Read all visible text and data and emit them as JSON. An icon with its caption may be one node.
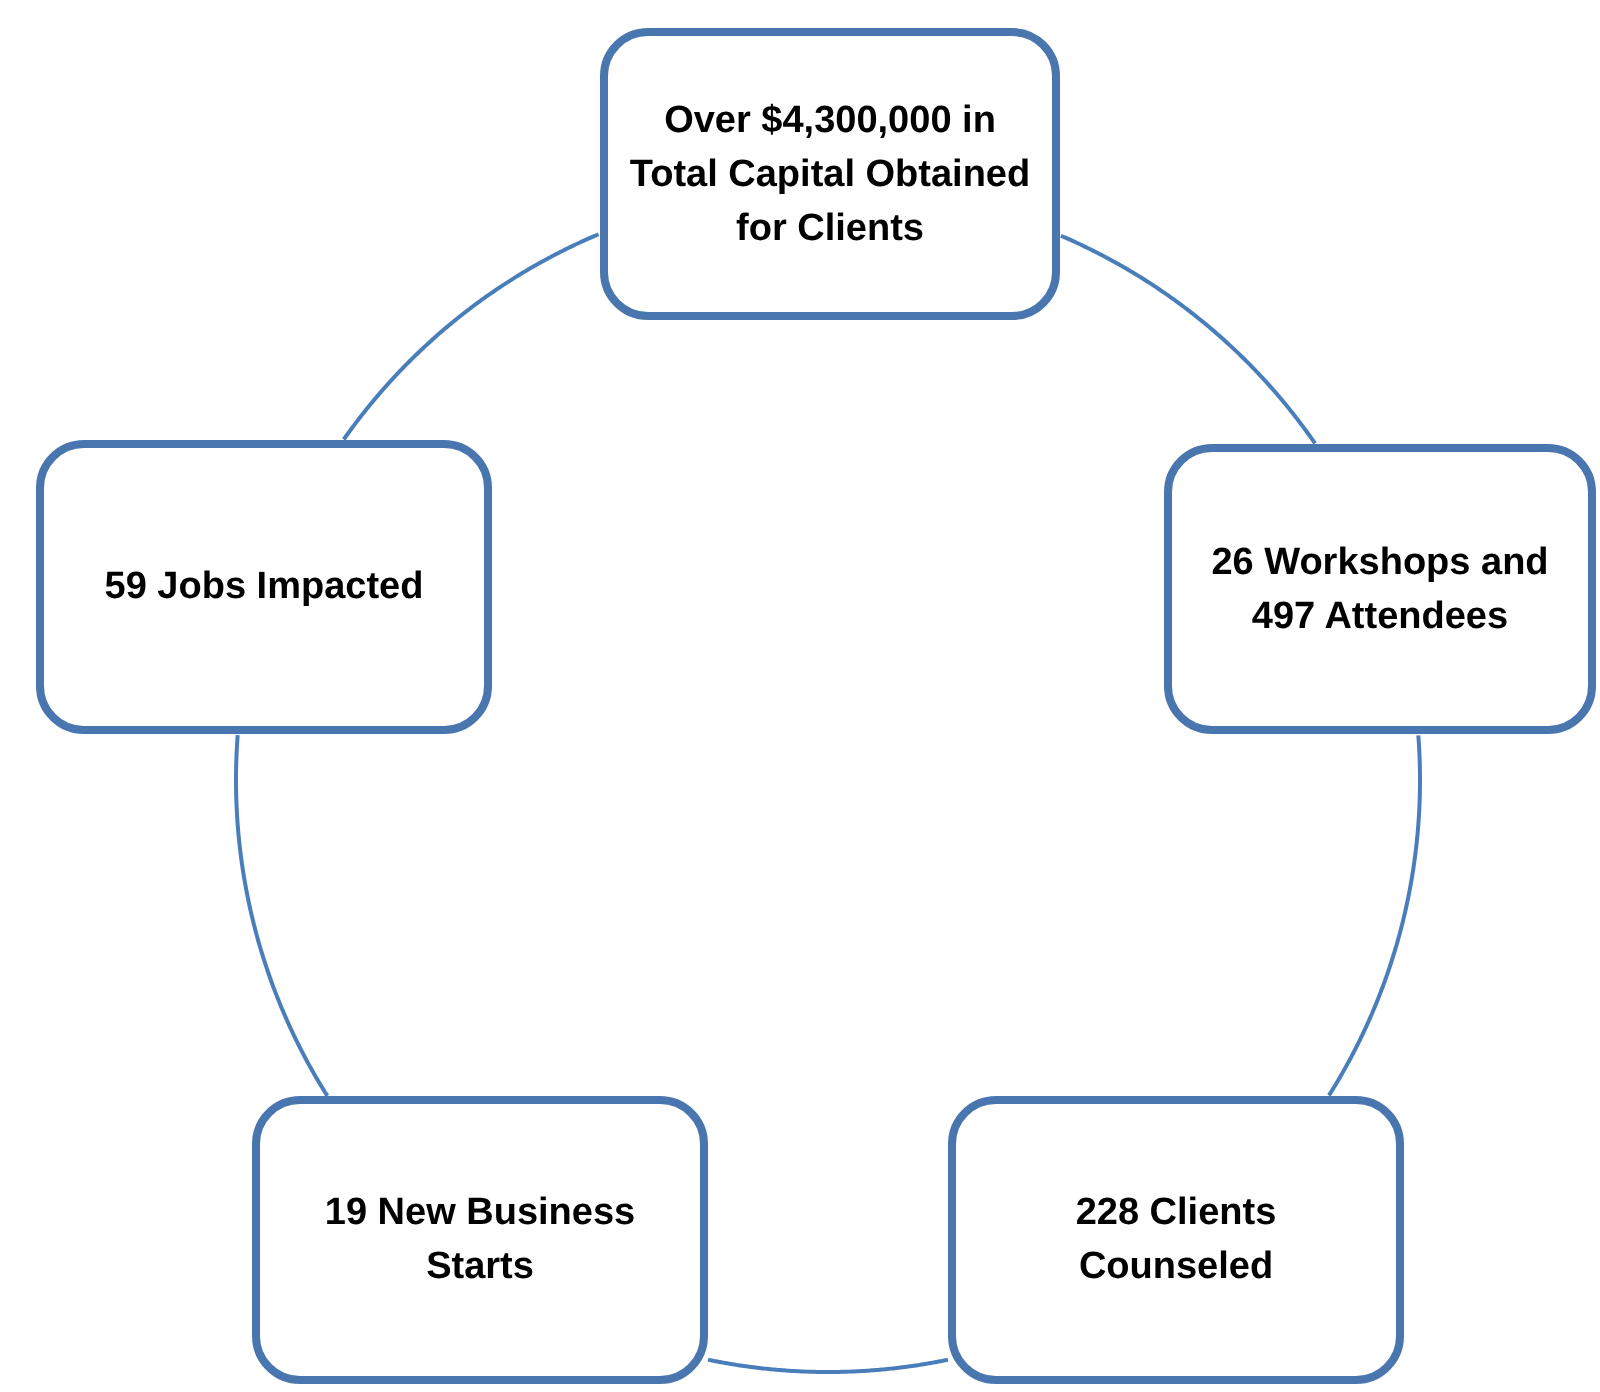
{
  "diagram": {
    "nodes": [
      {
        "text": [
          "Over $4,300,000 in Total Capital Obtained for Clients"
        ]
      },
      {
        "text": [
          "26 Workshops and 497 Attendees"
        ]
      },
      {
        "text": [
          "228 Clients Counseled"
        ]
      },
      {
        "text": [
          "19 New Business Starts"
        ]
      },
      {
        "text": [
          "59 Jobs Impacted"
        ]
      }
    ],
    "edges": [
      {
        "from": 0,
        "to": 1,
        "arrow": "none"
      },
      {
        "from": 1,
        "to": 2,
        "arrow": "none"
      },
      {
        "from": 2,
        "to": 3,
        "arrow": "none"
      },
      {
        "from": 3,
        "to": 4,
        "arrow": "none"
      },
      {
        "from": 4,
        "to": 0,
        "arrow": "none"
      }
    ]
  }
}
